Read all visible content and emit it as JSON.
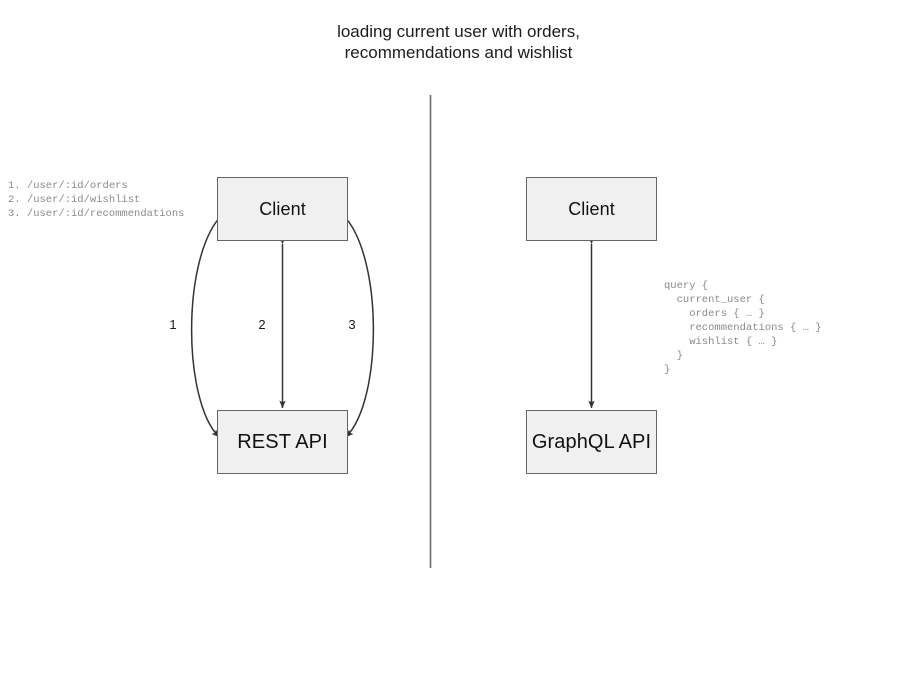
{
  "diagram": {
    "title": "loading current user with orders,\nrecommendations and wishlist",
    "divider": {
      "name": "vertical-divider",
      "color": "#666666"
    }
  },
  "rest_side": {
    "client_label": "Client",
    "api_label": "REST API",
    "edge_labels": [
      "1",
      "2",
      "3"
    ],
    "endpoints_text": "1. /user/:id/orders\n2. /user/:id/wishlist\n3. /user/:id/recommendations",
    "endpoints": [
      {
        "number": "1.",
        "path": "/user/:id/orders"
      },
      {
        "number": "2.",
        "path": "/user/:id/wishlist"
      },
      {
        "number": "3.",
        "path": "/user/:id/recommendations"
      }
    ]
  },
  "graphql_side": {
    "client_label": "Client",
    "api_label": "GraphQL API",
    "query_text": "query {\n  current_user {\n    orders { … }\n    recommendations { … }\n    wishlist { … }\n  }\n}",
    "query_lines": [
      "query {",
      "  current_user {",
      "    orders { … }",
      "    recommendations { … }",
      "    wishlist { … }",
      "  }",
      "}"
    ]
  },
  "style": {
    "box_fill": "#f0f0f0",
    "box_stroke": "#666666",
    "edge_stroke": "#444444",
    "text_color": "#1a1a1a",
    "code_color": "#8a8a8a",
    "background": "#ffffff"
  }
}
